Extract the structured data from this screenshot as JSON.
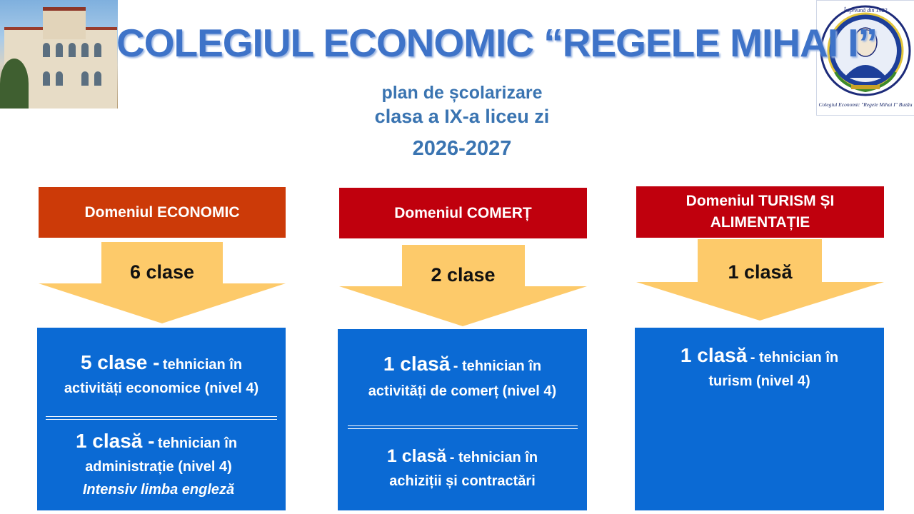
{
  "header": {
    "title": "COLEGIUL ECONOMIC “REGELE MIHAI I”",
    "subtitle_line1": "plan de școlarizare",
    "subtitle_line2": "clasa a IX-a liceu zi",
    "year": "2026-2027"
  },
  "logo": {
    "motto": "Împreună din 1922",
    "caption": "Colegiul Economic \"Regele Mihai I\" Buzău"
  },
  "domains": [
    {
      "name": "Domeniul ECONOMIC",
      "count": "6 clase",
      "programs": [
        {
          "lead": "5 clase -",
          "text1": "tehnician în",
          "text2": "activități economice (nivel 4)"
        },
        {
          "lead": "1 clasă -",
          "text1": "tehnician în",
          "text2": "administrație (nivel 4)",
          "note": "Intensiv limba engleză"
        }
      ]
    },
    {
      "name": "Domeniul COMERȚ",
      "count": "2 clase",
      "programs": [
        {
          "lead": "1 clasă",
          "text1": "- tehnician în",
          "text2": "activități de comerț (nivel 4)"
        },
        {
          "lead": "1 clasă",
          "text1": "- tehnician în",
          "text2": "achiziții și contractări"
        }
      ]
    },
    {
      "name_line1": "Domeniul TURISM ȘI",
      "name_line2": "ALIMENTAȚIE",
      "count": "1 clasă",
      "programs": [
        {
          "lead": "1 clasă",
          "text1": "- tehnician în",
          "text2": "turism (nivel 4)"
        }
      ]
    }
  ],
  "colors": {
    "title_blue": "#3e73c8",
    "economic_orange": "#cc3a08",
    "domain_red": "#c0000d",
    "arrow_yellow": "#fdca6a",
    "box_blue": "#0b6ad4"
  }
}
